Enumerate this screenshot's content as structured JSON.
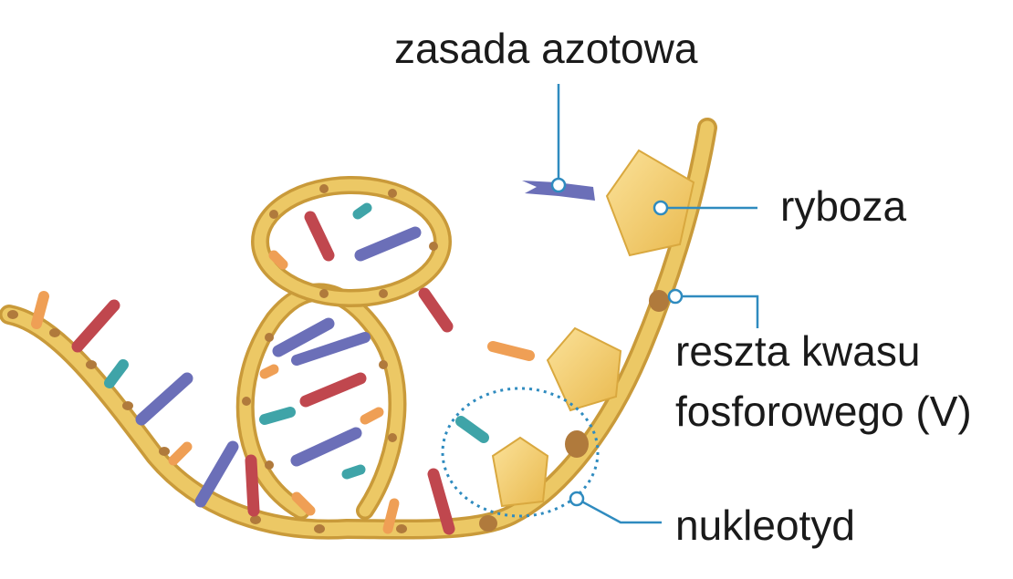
{
  "labels": {
    "nitrogen_base": "zasada azotowa",
    "ribose": "ryboza",
    "phosphate_line1": "reszta kwasu",
    "phosphate_line2": "fosforowego (V)",
    "nucleotide": "nukleotyd"
  },
  "colors": {
    "backbone": "#e8c25f",
    "backbone_shadow": "#c99a3a",
    "phosphate": "#b07a3c",
    "base_red": "#c0474e",
    "base_purple": "#6b6fb8",
    "base_orange": "#ef9f55",
    "base_teal": "#3fa4a8",
    "ribose": "#f6cf6a",
    "leader_line": "#2f8bbf"
  }
}
